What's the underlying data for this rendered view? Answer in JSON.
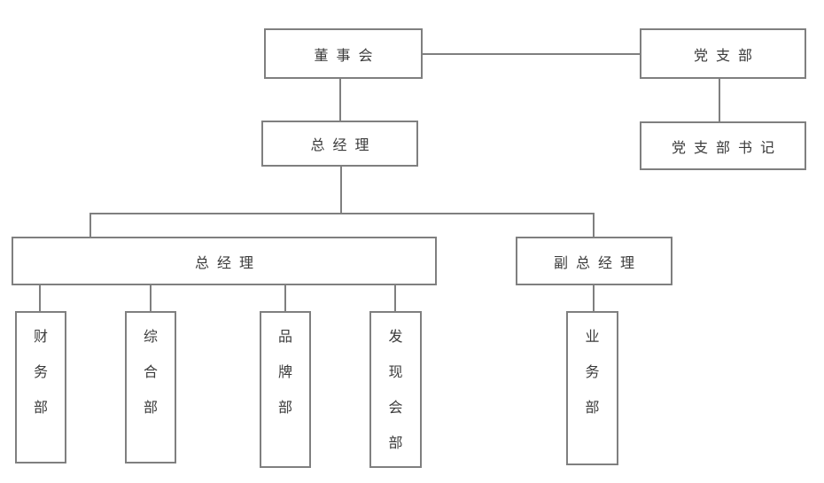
{
  "diagram": {
    "type": "organization-chart",
    "colors": {
      "background": "#ffffff",
      "box_border": "#7f7f7f",
      "connector": "#7f7f7f",
      "text": "#3b3b3b"
    },
    "nodes": {
      "board": {
        "label": "董事会"
      },
      "party_branch": {
        "label": "党支部"
      },
      "general_manager": {
        "label": "总经理"
      },
      "party_secretary": {
        "label": "党支部书记"
      },
      "general_manager_office": {
        "label": "总经理"
      },
      "deputy_general_manager": {
        "label": "副总经理"
      },
      "finance_dept": {
        "label": "财务部",
        "orientation": "vertical"
      },
      "general_dept": {
        "label": "综合部",
        "orientation": "vertical"
      },
      "brand_dept": {
        "label": "品牌部",
        "orientation": "vertical"
      },
      "discovery_dept": {
        "label": "发现会部",
        "orientation": "vertical"
      },
      "business_dept": {
        "label": "业务部",
        "orientation": "vertical"
      }
    },
    "edges": [
      {
        "from": "董事会",
        "to": "党支部",
        "style": "horizontal"
      },
      {
        "from": "董事会",
        "to": "总经理",
        "style": "vertical"
      },
      {
        "from": "党支部",
        "to": "党支部书记",
        "style": "vertical"
      },
      {
        "from": "总经理",
        "to": "总经理",
        "style": "branch"
      },
      {
        "from": "总经理",
        "to": "副总经理",
        "style": "branch"
      },
      {
        "from": "总经理",
        "to": "财务部",
        "style": "vertical"
      },
      {
        "from": "总经理",
        "to": "综合部",
        "style": "vertical"
      },
      {
        "from": "总经理",
        "to": "品牌部",
        "style": "vertical"
      },
      {
        "from": "总经理",
        "to": "发现会部",
        "style": "vertical"
      },
      {
        "from": "副总经理",
        "to": "业务部",
        "style": "vertical"
      }
    ]
  }
}
